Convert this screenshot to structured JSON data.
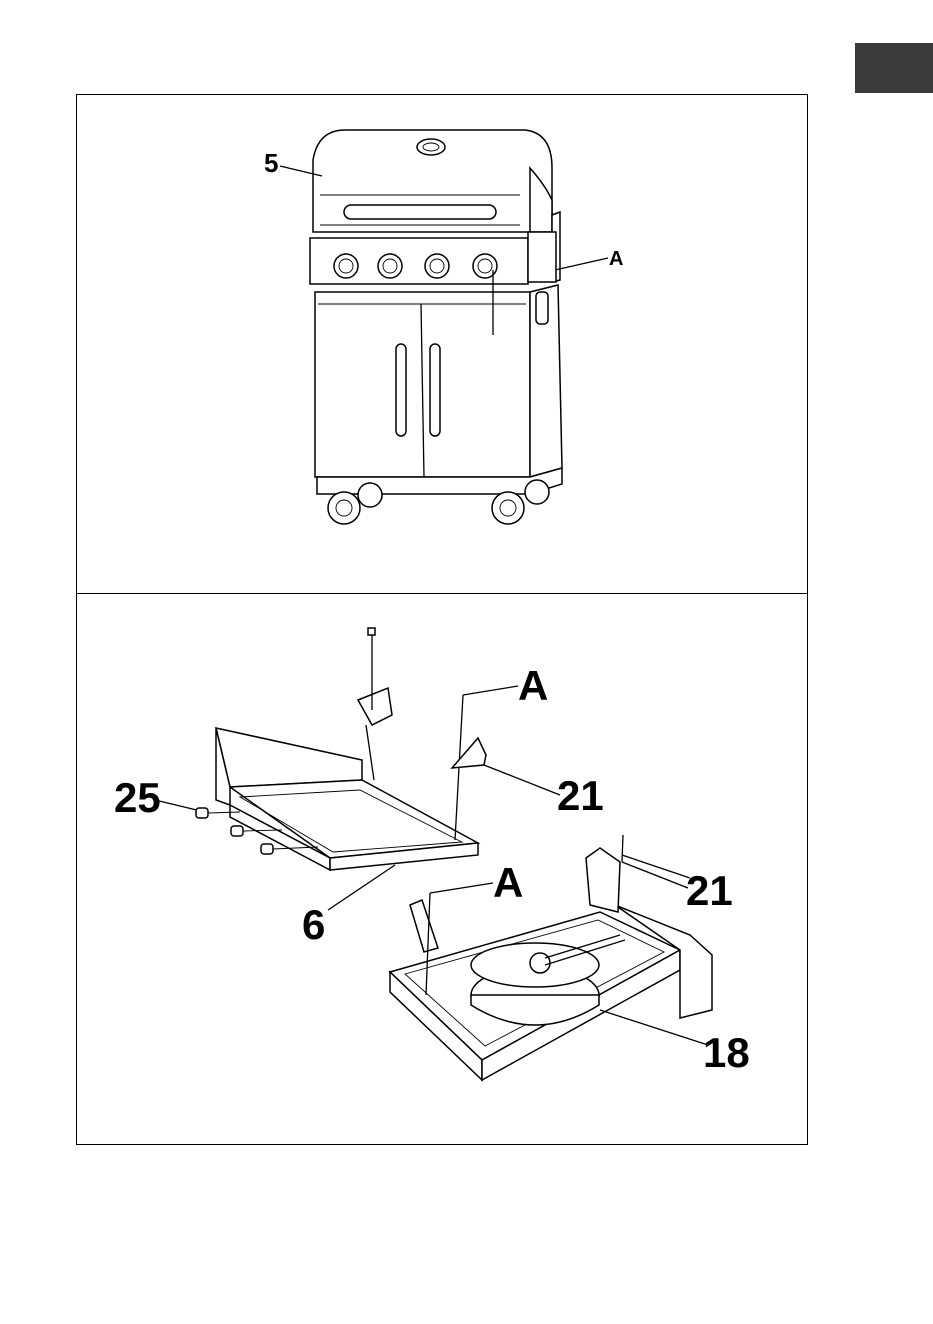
{
  "top_panel": {
    "callouts": [
      {
        "id": "lid",
        "text": "5"
      },
      {
        "id": "screw-a",
        "text": "A"
      }
    ]
  },
  "bottom_panel": {
    "callouts": [
      {
        "id": "bolt",
        "text": "25"
      },
      {
        "id": "screw-a-top",
        "text": "A"
      },
      {
        "id": "bracket-top",
        "text": "21"
      },
      {
        "id": "side-shelf",
        "text": "6"
      },
      {
        "id": "screw-a-bottom",
        "text": "A"
      },
      {
        "id": "bracket-right",
        "text": "21"
      },
      {
        "id": "side-burner",
        "text": "18"
      }
    ]
  },
  "colors": {
    "tab": "#3a3a3a",
    "line": "#000000",
    "background": "#ffffff"
  }
}
